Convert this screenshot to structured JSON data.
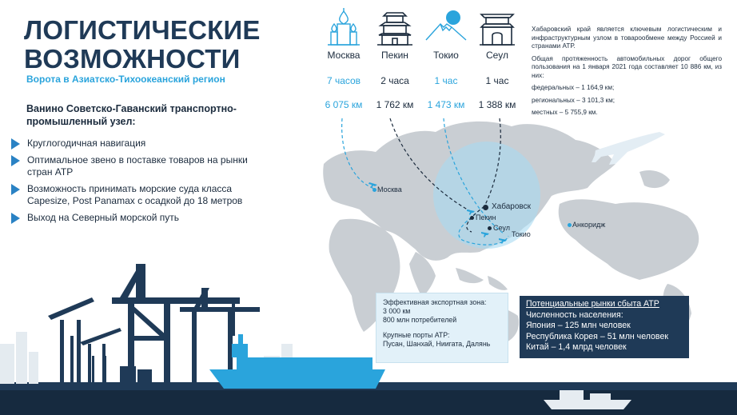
{
  "header": {
    "title_line1": "ЛОГИСТИЧЕСКИЕ",
    "title_line2": "ВОЗМОЖНОСТИ",
    "subtitle": "Ворота в Азиатско-Тихоокеанский регион"
  },
  "hub": {
    "title": "Ванино Советско-Гаванский транспортно-промышленный узел:",
    "features": [
      "Круглогодичная навигация",
      "Оптимальное звено в поставке товаров на рынки стран АТР",
      "Возможность принимать морские суда класса Capesize, Post Panamax  с осадкой до 18 метров",
      "Выход на Северный морской путь"
    ]
  },
  "cities": [
    {
      "name": "Москва",
      "time": "7 часов",
      "distance": "6 075 км",
      "icon": "kremlin-icon"
    },
    {
      "name": "Пекин",
      "time": "2 часа",
      "distance": "1 762 км",
      "icon": "pagoda-icon"
    },
    {
      "name": "Токио",
      "time": "1 час",
      "distance": "1 473 км",
      "icon": "fuji-icon"
    },
    {
      "name": "Сеул",
      "time": "1 час",
      "distance": "1 388 км",
      "icon": "gate-icon"
    }
  ],
  "stats": {
    "intro": "Хабаровский край является ключевым логистическим и инфраструктурным узлом в товарообмене между Россией и странами АТР.",
    "roads": "Общая протяженность автомобильных дорог общего пользования на 1 января 2021 года составляет 10 886 км, из них:",
    "federal": "федеральных – 1 164,9 км;",
    "regional": "региональных – 3 101,3 км;",
    "local": "местных – 5 755,9 км."
  },
  "map": {
    "labels": {
      "moscow": "Москва",
      "khabarovsk": "Хабаровск",
      "beijing": "Пекин",
      "seoul": "Сеул",
      "tokyo": "Токио",
      "anchorage": "Анкоридж"
    }
  },
  "zone": {
    "title": "Эффективная экспортная зона:",
    "distance": "3 000 км",
    "consumers": "800 млн потребителей",
    "ports_title": "Крупные порты АТР:",
    "ports": "Пусан, Шанхай, Ниигата, Далянь"
  },
  "markets": {
    "title": "Потенциальные рынки сбыта АТР",
    "population_title": "Численность населения:",
    "japan": "Япония – 125 млн человек",
    "korea": "Республика Корея – 51 млн человек",
    "china": "Китай – 1,4 млрд человек"
  },
  "colors": {
    "navy": "#1f3a57",
    "accent_blue": "#2aa4dc",
    "light_blue": "#e2f1f9",
    "map_grey": "#c9ced3"
  }
}
